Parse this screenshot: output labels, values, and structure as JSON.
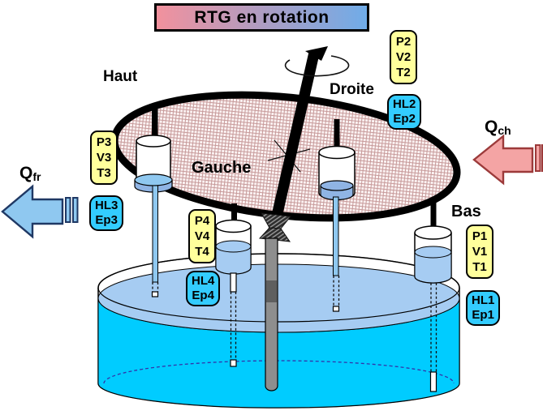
{
  "title": "RTG en rotation",
  "orientation": {
    "top": "Haut",
    "right": "Droite",
    "center": "Gauche",
    "bottom": "Bas"
  },
  "flows": {
    "cold": {
      "symbol": "Q",
      "subscript": "fr"
    },
    "hot": {
      "symbol": "Q",
      "subscript": "ch"
    }
  },
  "sensor_boxes": {
    "s2": {
      "lines": [
        "P2",
        "V2",
        "T2"
      ]
    },
    "s3": {
      "lines": [
        "P3",
        "V3",
        "T3"
      ]
    },
    "s4": {
      "lines": [
        "P4",
        "V4",
        "T4"
      ]
    },
    "s1": {
      "lines": [
        "P1",
        "V1",
        "T1"
      ]
    }
  },
  "level_boxes": {
    "l2": {
      "lines": [
        "HL2",
        "Ep2"
      ]
    },
    "l3": {
      "lines": [
        "HL3",
        "Ep3"
      ]
    },
    "l4": {
      "lines": [
        "HL4",
        "Ep4"
      ]
    },
    "l1": {
      "lines": [
        "HL1",
        "Ep1"
      ]
    }
  },
  "colors": {
    "banner_gradient_left": "#F2919D",
    "banner_gradient_right": "#70ACE8",
    "sensor_box_fill": "#FFFF9C",
    "level_box_fill": "#33CCFF",
    "tank_water": "#00CCFF",
    "water_surface": "#A6CCF2",
    "cylinder_liquid": "#A6CCF2",
    "piston_blue": "#8FB4E4",
    "cold_arrow_fill": "#8FC8F0",
    "cold_arrow_stroke": "#1F3864",
    "hot_arrow_fill": "#F4A4A4",
    "hot_arrow_stroke": "#9C3A3A",
    "disk_pattern_line": "#C79A9A",
    "shaft_gray": "#8E8E8E"
  }
}
